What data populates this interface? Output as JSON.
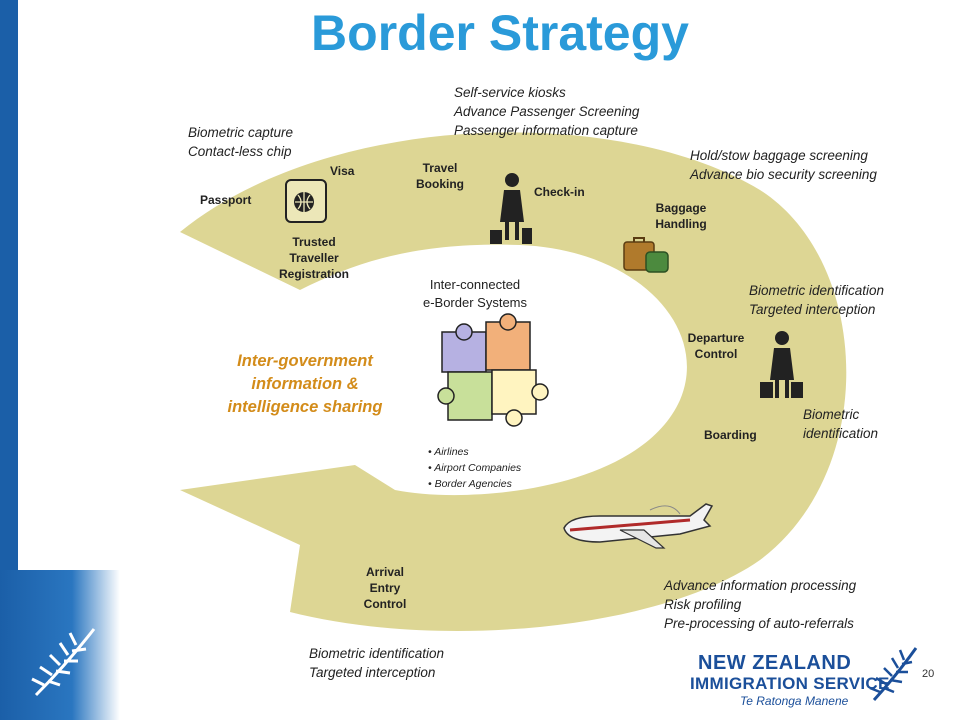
{
  "title": "Border Strategy",
  "stages": {
    "passport": "Passport",
    "visa": "Visa",
    "trusted": "Trusted\nTraveller\nRegistration",
    "travel_booking": "Travel\nBooking",
    "check_in": "Check-in",
    "baggage": "Baggage\nHandling",
    "departure": "Departure\nControl",
    "boarding": "Boarding",
    "arrival": "Arrival\nEntry\nControl"
  },
  "notes": {
    "biometric_capture": "Biometric capture\nContact-less chip",
    "self_service": "Self-service kiosks\nAdvance Passenger Screening\nPassenger information capture",
    "hold_stow": "Hold/stow baggage screening\nAdvance bio security screening",
    "biometric_targeted_1": "Biometric identification\nTargeted interception",
    "biometric_id": "Biometric\nidentification",
    "advance_info": "Advance information processing\nRisk profiling\nPre-processing of auto-referrals",
    "biometric_targeted_2": "Biometric identification\nTargeted interception"
  },
  "inter_government": "Inter-government\ninformation &\nintelligence sharing",
  "hub_title": "Inter-connected\ne-Border Systems",
  "hub_bullets": [
    "Airlines",
    "Airport Companies",
    "Border Agencies"
  ],
  "logo": {
    "line1": "NEW ZEALAND",
    "line2": "IMMIGRATION SERVICE",
    "line3": "Te Ratonga Manene"
  },
  "page_number": "20",
  "colors": {
    "ring": "#ddd694",
    "title": "#2a9ad9",
    "accent": "#d38c1a",
    "brand": "#1b4f9a"
  }
}
